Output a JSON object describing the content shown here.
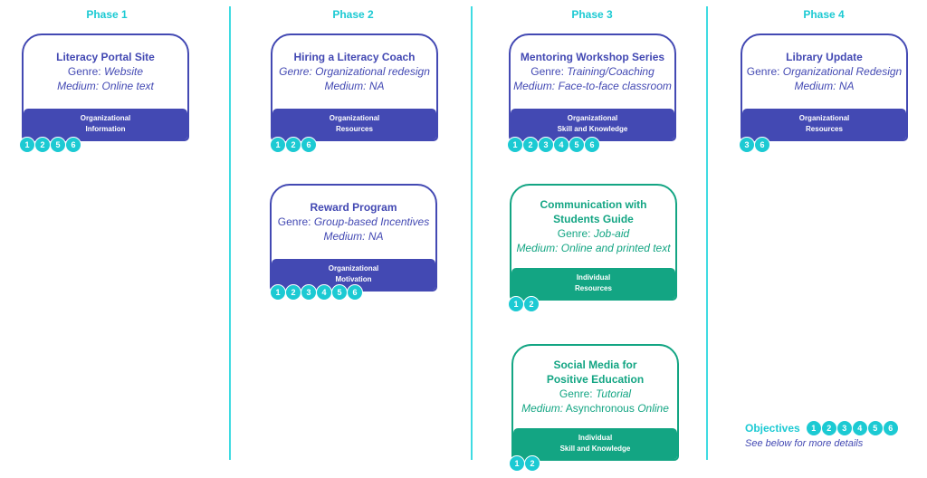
{
  "colors": {
    "phase_accent": "#1ccad3",
    "organizational": "#4349b3",
    "individual": "#13a583",
    "divider": "#3fdbe2",
    "badge": "#1ccad3"
  },
  "phases": [
    {
      "label": "Phase 1"
    },
    {
      "label": "Phase 2"
    },
    {
      "label": "Phase 3"
    },
    {
      "label": "Phase 4"
    }
  ],
  "cards": [
    {
      "phase": 1,
      "type": "organizational",
      "title": "Literacy Portal Site",
      "genre_label": "Genre:",
      "genre_value": "Website",
      "medium_label": "Medium:",
      "medium_value": "Online text",
      "band_line1": "Organizational",
      "band_line2": "Information",
      "objectives": [
        "1",
        "2",
        "5",
        "6"
      ]
    },
    {
      "phase": 2,
      "type": "organizational",
      "title": "Hiring a Literacy Coach",
      "genre_label": "Genre:",
      "genre_value": "Organizational redesign",
      "medium_label": "Medium:",
      "medium_value": "NA",
      "band_line1": "Organizational",
      "band_line2": "Resources",
      "objectives": [
        "1",
        "2",
        "6"
      ]
    },
    {
      "phase": 2,
      "type": "organizational",
      "title": "Reward Program",
      "genre_label": "Genre:",
      "genre_value": "Group-based Incentives",
      "medium_label": "Medium:",
      "medium_value": "NA",
      "band_line1": "Organizational",
      "band_line2": "Motivation",
      "objectives": [
        "1",
        "2",
        "3",
        "4",
        "5",
        "6"
      ]
    },
    {
      "phase": 3,
      "type": "organizational",
      "title": "Mentoring Workshop Series",
      "genre_label": "Genre:",
      "genre_value": "Training/Coaching",
      "medium_label": "Medium:",
      "medium_value": "Face-to-face classroom",
      "band_line1": "Organizational",
      "band_line2": "Skill and Knowledge",
      "objectives": [
        "1",
        "2",
        "3",
        "4",
        "5",
        "6"
      ]
    },
    {
      "phase": 3,
      "type": "individual",
      "title_line1": "Communication with",
      "title_line2": "Students Guide",
      "genre_label": "Genre:",
      "genre_value": "Job-aid",
      "medium_label": "Medium:",
      "medium_value": "Online and printed text",
      "band_line1": "Individual",
      "band_line2": "Resources",
      "objectives": [
        "1",
        "2"
      ]
    },
    {
      "phase": 3,
      "type": "individual",
      "title_line1": "Social Media for",
      "title_line2": "Positive Education",
      "genre_label": "Genre:",
      "genre_value": "Tutorial",
      "medium_label": "Medium:",
      "medium_value_plain": "Asynchronous",
      "medium_value": "Online",
      "band_line1": "Individual",
      "band_line2": "Skill and Knowledge",
      "objectives": [
        "1",
        "2"
      ]
    },
    {
      "phase": 4,
      "type": "organizational",
      "title": "Library Update",
      "genre_label": "Genre:",
      "genre_value": "Organizational Redesign",
      "medium_label": "Medium:",
      "medium_value": "NA",
      "band_line1": "Organizational",
      "band_line2": "Resources",
      "objectives": [
        "3",
        "6"
      ]
    }
  ],
  "legend": {
    "label": "Objectives",
    "objectives": [
      "1",
      "2",
      "3",
      "4",
      "5",
      "6"
    ],
    "note": "See below for more details"
  }
}
